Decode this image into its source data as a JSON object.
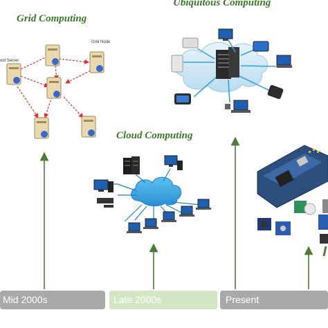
{
  "headings": {
    "grid": "Grid Computing",
    "ubiquitous": "Ubiquitous Computing",
    "cloud": "Cloud Computing"
  },
  "grid_labels": {
    "tool_server": "ool Server",
    "grid_node": "Grid Node"
  },
  "timeline": {
    "mid_2000s": "Mid 2000s",
    "late_2000s": "Late 2000s",
    "present": "Present"
  },
  "colors": {
    "heading": "#3a7a2a",
    "arrow": "#4f7a3a",
    "segment_gray": "#a9a9a9",
    "segment_green": "#d3e6c4",
    "cloud_blue": "#3aa0dc"
  }
}
